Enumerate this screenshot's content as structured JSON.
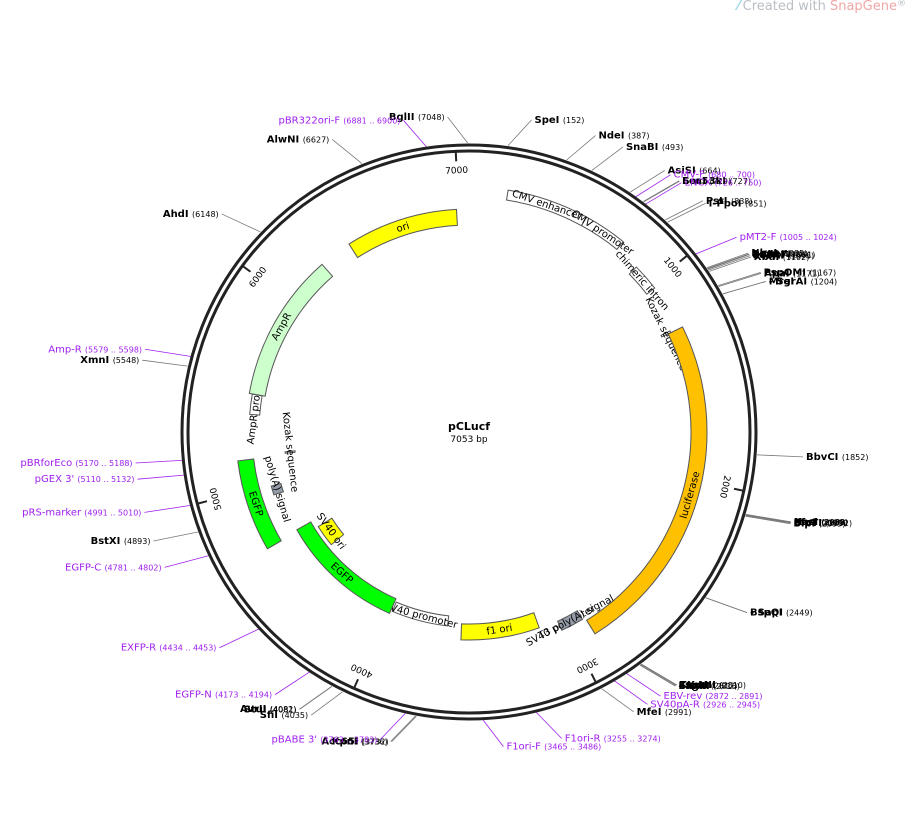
{
  "watermark": {
    "prefix": "Created with",
    "brand": "SnapGene",
    "mark": "®"
  },
  "plasmid": {
    "name": "pCLucf",
    "length_label": "7053 bp",
    "length": 7053
  },
  "ticks": [
    {
      "pos": 1000,
      "label": "1000"
    },
    {
      "pos": 2000,
      "label": "2000"
    },
    {
      "pos": 3000,
      "label": "3000"
    },
    {
      "pos": 4000,
      "label": "4000"
    },
    {
      "pos": 5000,
      "label": "5000"
    },
    {
      "pos": 6000,
      "label": "6000"
    },
    {
      "pos": 7000,
      "label": "7000"
    }
  ],
  "features": [
    {
      "name": "CMV enhancer",
      "start": 180,
      "end": 560,
      "color": "#ffffff",
      "type": "promoter"
    },
    {
      "name": "CMV promoter",
      "start": 561,
      "end": 764,
      "color": "#ffffff",
      "type": "promoter"
    },
    {
      "name": "chimeric intron",
      "start": 890,
      "end": 1023,
      "color": "#ffffff",
      "type": "intron"
    },
    {
      "name": "Kozak sequence",
      "start": 1240,
      "end": 1249,
      "color": "#ffffff",
      "type": "misc"
    },
    {
      "name": "luciferase",
      "start": 1250,
      "end": 2900,
      "color": "#ffc000",
      "type": "cds"
    },
    {
      "name": "T3 promoter",
      "start": 2985,
      "end": 3004,
      "color": "#ffffff",
      "type": "promoter"
    },
    {
      "name": "SV40 poly(A) signal",
      "start": 2915,
      "end": 3035,
      "color": "#939ba7",
      "type": "polyA"
    },
    {
      "name": "f1 ori",
      "start": 3140,
      "end": 3570,
      "color": "#ffff00",
      "type": "ori"
    },
    {
      "name": "SV40 promoter",
      "start": 3650,
      "end": 3980,
      "color": "#ffffff",
      "type": "promoter"
    },
    {
      "name": "EGFP",
      "start": 3990,
      "end": 4710,
      "color": "#00ff00",
      "type": "cds"
    },
    {
      "name": "poly(A) signal",
      "start": 4940,
      "end": 4990,
      "color": "#939ba7",
      "type": "polyA"
    },
    {
      "name": "SV40 ori",
      "start": 4520,
      "end": 4660,
      "color": "#ffff00",
      "type": "ori"
    },
    {
      "name": "EGFP",
      "start": 4700,
      "end": 5150,
      "color": "#00ff00",
      "type": "cds"
    },
    {
      "name": "Kozak sequence",
      "start": 5160,
      "end": 5169,
      "color": "#ffffff",
      "type": "misc"
    },
    {
      "name": "AmpR promoter",
      "start": 5380,
      "end": 5484,
      "color": "#ffffff",
      "type": "promoter"
    },
    {
      "name": "AmpR",
      "start": 5485,
      "end": 6245,
      "color": "#ccffcc",
      "type": "cds"
    },
    {
      "name": "ori",
      "start": 6415,
      "end": 6990,
      "color": "#ffff00",
      "type": "ori"
    }
  ],
  "sites": [
    {
      "label": "BglII",
      "pos": "(7048)",
      "loc": 7048
    },
    {
      "label": "SpeI",
      "pos": "(152)",
      "loc": 152
    },
    {
      "label": "NdeI",
      "pos": "(387)",
      "loc": 387
    },
    {
      "label": "SnaBI",
      "pos": "(493)",
      "loc": 493
    },
    {
      "label": "AsiSI",
      "pos": "(664)",
      "loc": 664
    },
    {
      "label": "Eco53kI",
      "pos": "(727)",
      "loc": 727
    },
    {
      "label": "SacI",
      "pos": "(729)",
      "loc": 729
    },
    {
      "label": "PstI",
      "pos": "(838)",
      "loc": 838
    },
    {
      "label": "I-PpoI",
      "pos": "(851)",
      "loc": 851
    },
    {
      "label": "NheI",
      "pos": "(1085)",
      "loc": 1085
    },
    {
      "label": "BmtI",
      "pos": "(1089)",
      "loc": 1089
    },
    {
      "label": "PaeR7I",
      "pos": "",
      "loc": 1091
    },
    {
      "label": "- XhoI",
      "pos": "(1091)",
      "loc": 1091
    },
    {
      "label": "EcoRI",
      "pos": "(1096)",
      "loc": 1096
    },
    {
      "label": "XbaI",
      "pos": "(1102)",
      "loc": 1102
    },
    {
      "label": "PspOMI",
      "pos": "(1167)",
      "loc": 1167
    },
    {
      "label": "ApaI",
      "pos": "(1171)",
      "loc": 1171
    },
    {
      "label": "MreI",
      "pos": "",
      "loc": 1204
    },
    {
      "label": "- SgrAI",
      "pos": "(1204)",
      "loc": 1204
    },
    {
      "label": "BbvCI",
      "pos": "(1852)",
      "loc": 1852
    },
    {
      "label": "KasI",
      "pos": "(2088)",
      "loc": 2088
    },
    {
      "label": "NarI",
      "pos": "(2089)",
      "loc": 2089
    },
    {
      "label": "SfoI",
      "pos": "(2090)",
      "loc": 2090
    },
    {
      "label": "PluTI",
      "pos": "(2092)",
      "loc": 2092
    },
    {
      "label": "BlpI",
      "pos": "(2095)",
      "loc": 2095
    },
    {
      "label": "BspQI",
      "pos": "",
      "loc": 2449
    },
    {
      "label": "- SapI",
      "pos": "(2449)",
      "loc": 2449
    },
    {
      "label": "TspMI",
      "pos": "",
      "loc": 2810
    },
    {
      "label": "- XmaI",
      "pos": "(2810)",
      "loc": 2810
    },
    {
      "label": "SmaI",
      "pos": "(2812)",
      "loc": 2812
    },
    {
      "label": "EagI",
      "pos": "",
      "loc": 2816
    },
    {
      "label": "- NotI",
      "pos": "(2816)",
      "loc": 2816
    },
    {
      "label": "MfeI",
      "pos": "(2991)",
      "loc": 2991
    },
    {
      "label": "Acc65I",
      "pos": "(3732)",
      "loc": 3732
    },
    {
      "label": "KpnI",
      "pos": "(3736)",
      "loc": 3736
    },
    {
      "label": "SfiI",
      "pos": "(4035)",
      "loc": 4035
    },
    {
      "label": "StuI",
      "pos": "(4081)",
      "loc": 4081
    },
    {
      "label": "AvrII",
      "pos": "(4082)",
      "loc": 4082
    },
    {
      "label": "BstXI",
      "pos": "(4893)",
      "loc": 4893
    },
    {
      "label": "XmnI",
      "pos": "(5548)",
      "loc": 5548
    },
    {
      "label": "AhdI",
      "pos": "(6148)",
      "loc": 6148
    },
    {
      "label": "AlwNI",
      "pos": "(6627)",
      "loc": 6627
    }
  ],
  "primers": [
    {
      "label": "pBR322ori-F",
      "range": "(6881 .. 6900)",
      "loc": 6890
    },
    {
      "label": "CMV-F",
      "range": "(680 .. 700)",
      "loc": 690
    },
    {
      "label": "LNCX",
      "range": "(726 .. 750)",
      "loc": 738
    },
    {
      "label": "pMT2-F",
      "range": "(1005 .. 1024)",
      "loc": 1015
    },
    {
      "label": "EBV-rev",
      "range": "(2872 .. 2891)",
      "loc": 2880
    },
    {
      "label": "SV40pA-R",
      "range": "(2926 .. 2945)",
      "loc": 2935
    },
    {
      "label": "F1ori-R",
      "range": "(3255 .. 3274)",
      "loc": 3265
    },
    {
      "label": "F1ori-F",
      "range": "(3465 .. 3486)",
      "loc": 3475
    },
    {
      "label": "pBABE 3'",
      "range": "(3763 .. 3783)",
      "loc": 3773
    },
    {
      "label": "EGFP-N",
      "range": "(4173 .. 4194)",
      "loc": 4183
    },
    {
      "label": "EXFP-R",
      "range": "(4434 .. 4453)",
      "loc": 4443
    },
    {
      "label": "EGFP-C",
      "range": "(4781 .. 4802)",
      "loc": 4791
    },
    {
      "label": "pRS-marker",
      "range": "(4991 .. 5010)",
      "loc": 5000
    },
    {
      "label": "pGEX 3'",
      "range": "(5110 .. 5132)",
      "loc": 5121
    },
    {
      "label": "pBRforEco",
      "range": "(5170 .. 5188)",
      "loc": 5179
    },
    {
      "label": "Amp-R",
      "range": "(5579 .. 5598)",
      "loc": 5588
    }
  ],
  "colors": {
    "backbone": "#222222",
    "primer": "#a020f0",
    "site_text": "#000000",
    "outline_orange": "#c87800"
  }
}
